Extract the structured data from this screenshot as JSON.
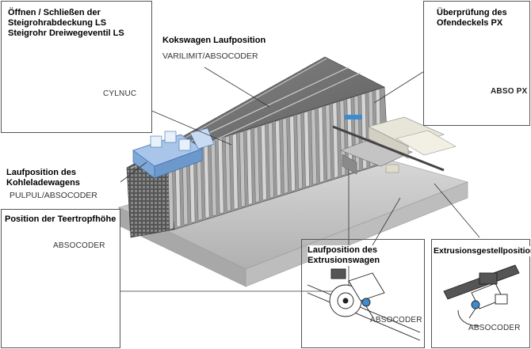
{
  "callouts": {
    "valve": {
      "title": "Öffnen / Schließen der\nSteigrohrabdeckung LS\nSteigrohr Dreiwegeventil LS",
      "tag": "CYLNUC"
    },
    "coke_wagon": {
      "title": "Kokswagen Laufposition",
      "sub": "VARILIMIT/ABSOCODER"
    },
    "oven_lid": {
      "title": "Überprüfung des\nOfendeckels PX",
      "tag": "ABSO PX"
    },
    "coal_wagon": {
      "title": "Laufposition des\nKohleladewagens",
      "sub": "PULPUL/ABSOCODER"
    },
    "tar_drop": {
      "title": "Position der Teertropfhöhe",
      "tag": "ABSOCODER"
    },
    "extrusion_wagon": {
      "title": "Laufposition des\nExtrusionswagen",
      "tag": "ABSOCODER"
    },
    "extrusion_rack": {
      "title": "Extrusionsgestellposition",
      "tag": "ABSOCODER"
    }
  },
  "colors": {
    "border": "#333333",
    "machine_blue": "#7fa8d8",
    "oven_dark": "#4a4a4a",
    "oven_light": "#c8c8c8",
    "sensor_blue": "#3c8ccf"
  }
}
